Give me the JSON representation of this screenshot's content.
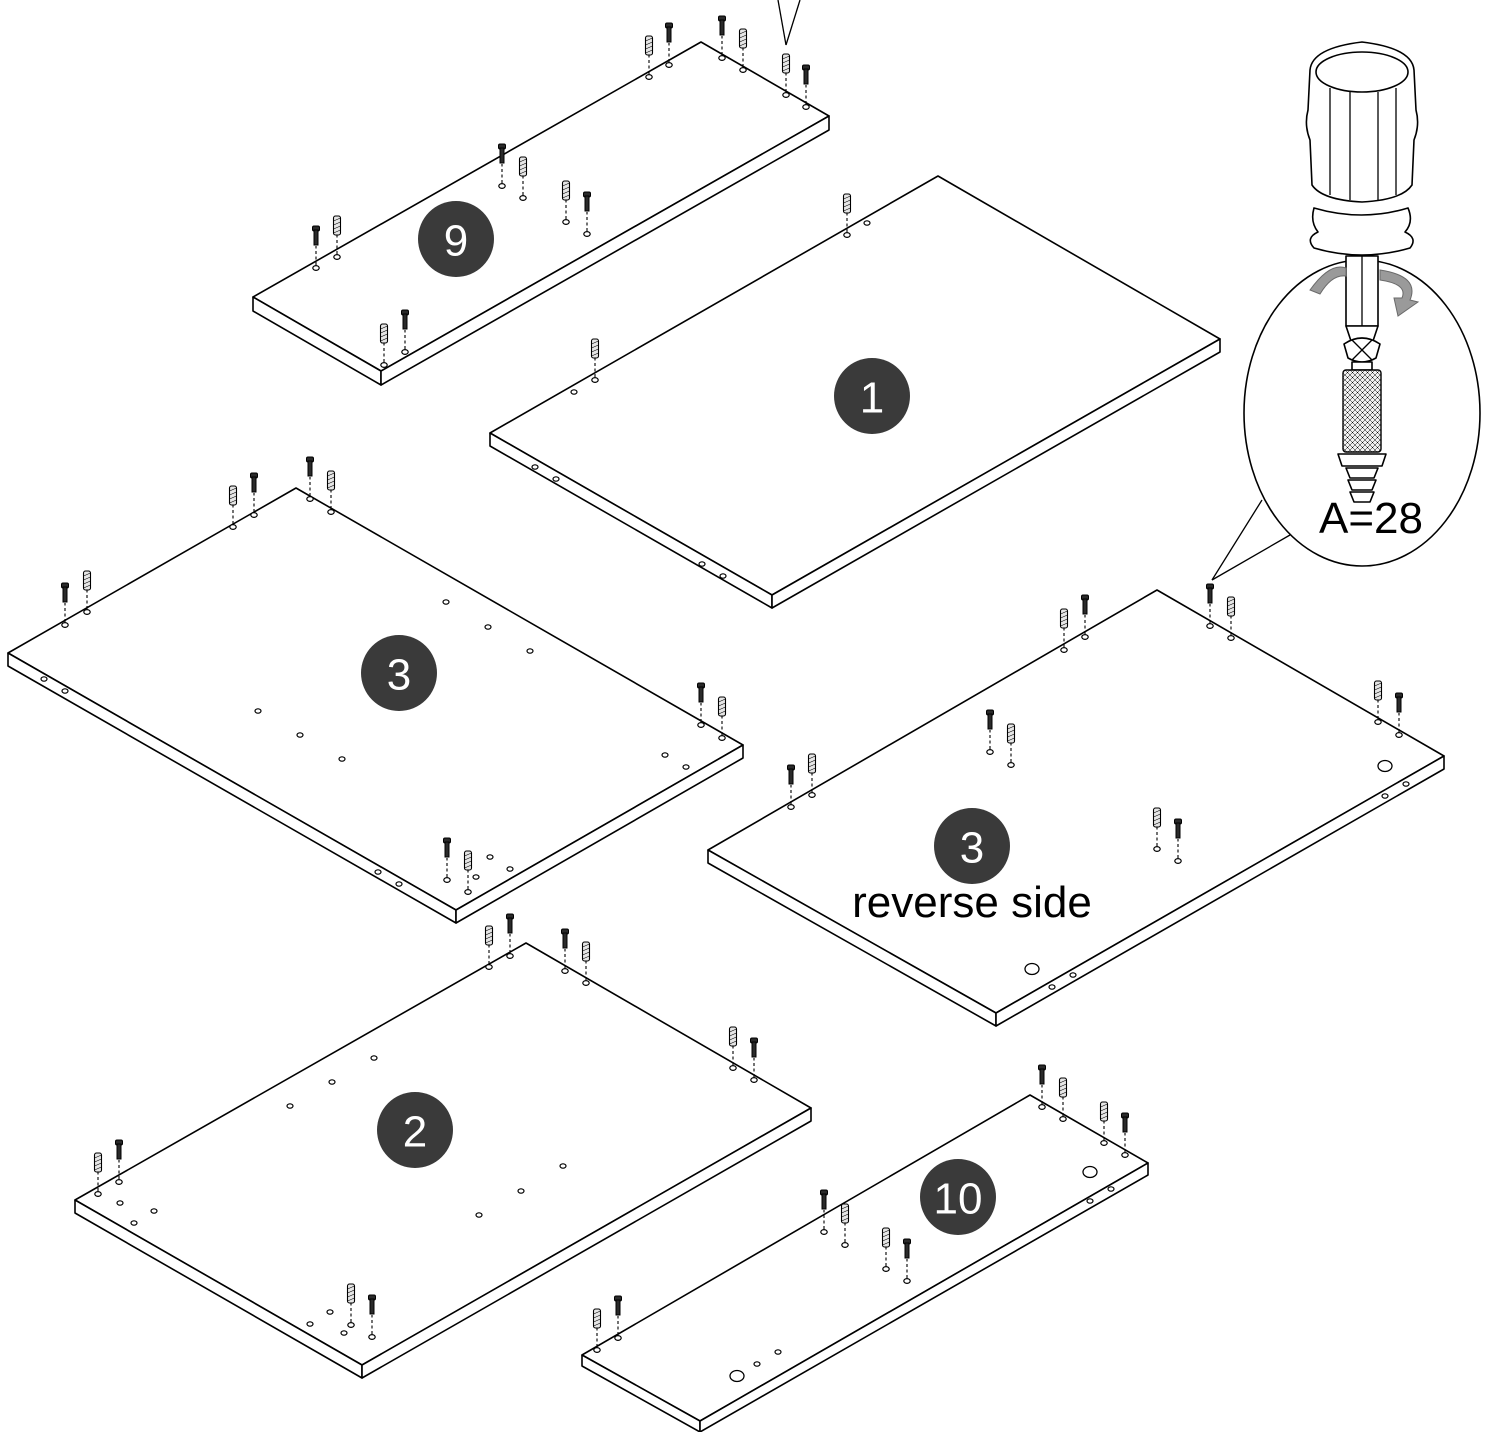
{
  "figure": {
    "panels": [
      {
        "id": "panel-9",
        "label": "9"
      },
      {
        "id": "panel-1",
        "label": "1"
      },
      {
        "id": "panel-3",
        "label": "3"
      },
      {
        "id": "panel-3-reverse",
        "label": "3",
        "caption": "reverse side"
      },
      {
        "id": "panel-2",
        "label": "2"
      },
      {
        "id": "panel-10",
        "label": "10"
      }
    ],
    "detail": {
      "label": "A=28",
      "subject": "cam bolt screwed in with screwdriver"
    },
    "colors": {
      "badge_fill": "#3a3a3a",
      "badge_text": "#ffffff",
      "line": "#000000",
      "rotation_arrow": "#9a9a9a"
    },
    "icons": [
      "screwdriver-icon",
      "rotation-arrow-icon",
      "cam-bolt-icon",
      "dowel-icon"
    ]
  }
}
